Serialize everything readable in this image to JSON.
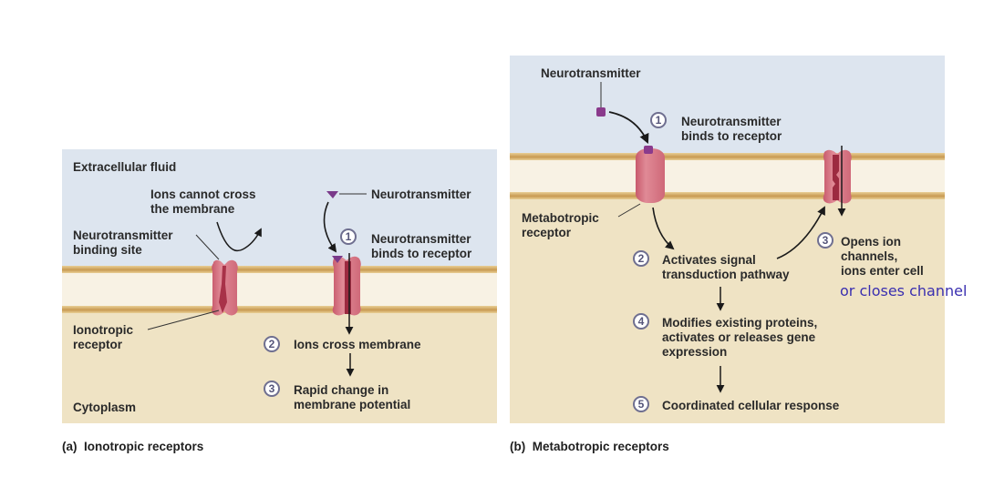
{
  "colors": {
    "extracellular": "#dde5ef",
    "cytoplasm": "#efe3c4",
    "membrane_band": "#c89a52",
    "receptor": "#d9707f",
    "neurotransmitter_a": "#7a3a8a",
    "neurotransmitter_b": "#8a3a8c",
    "annotation": "#3a2fb0"
  },
  "panel_a": {
    "region_top": "Extracellular fluid",
    "region_bottom": "Cytoplasm",
    "ions_cannot_cross": [
      "Ions cannot cross",
      "the membrane"
    ],
    "binding_site": [
      "Neurotransmitter",
      "binding site"
    ],
    "ionotropic_receptor": [
      "Ionotropic",
      "receptor"
    ],
    "neurotransmitter": "Neurotransmitter",
    "steps": [
      {
        "num": "1",
        "lines": [
          "Neurotransmitter",
          "binds to receptor"
        ]
      },
      {
        "num": "2",
        "lines": [
          "Ions cross membrane"
        ]
      },
      {
        "num": "3",
        "lines": [
          "Rapid change in",
          "membrane potential"
        ]
      }
    ],
    "caption_letter": "(a)",
    "caption": "Ionotropic receptors"
  },
  "panel_b": {
    "neurotransmitter": "Neurotransmitter",
    "metabotropic_receptor": [
      "Metabotropic",
      "receptor"
    ],
    "steps": [
      {
        "num": "1",
        "lines": [
          "Neurotransmitter",
          "binds to receptor"
        ]
      },
      {
        "num": "2",
        "lines": [
          "Activates signal",
          "transduction pathway"
        ]
      },
      {
        "num": "3",
        "lines": [
          "Opens ion",
          "channels,",
          "ions enter cell"
        ]
      },
      {
        "num": "4",
        "lines": [
          "Modifies existing proteins,",
          "activates or releases gene",
          "expression"
        ]
      },
      {
        "num": "5",
        "lines": [
          "Coordinated cellular response"
        ]
      }
    ],
    "annotation": "or closes channel",
    "caption_letter": "(b)",
    "caption": "Metabotropic receptors"
  }
}
